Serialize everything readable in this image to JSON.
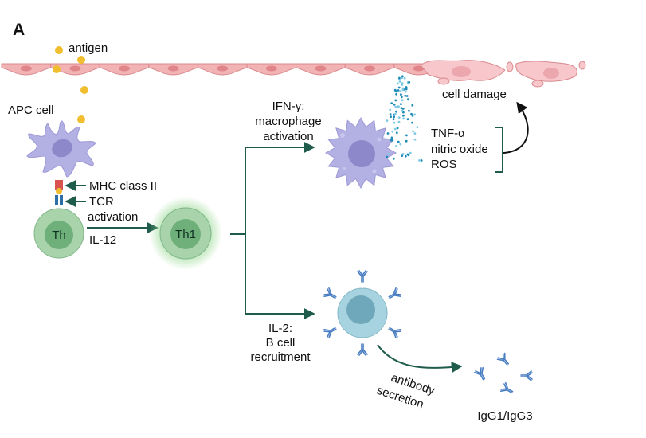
{
  "panel_label": "A",
  "labels": {
    "antigen": "antigen",
    "apc_cell": "APC cell",
    "mhc": "MHC class II",
    "tcr": "TCR",
    "activation": "activation",
    "il12": "IL-12",
    "th": "Th",
    "th1": "Th1",
    "ifn_line1": "IFN-γ:",
    "ifn_line2": "macrophage",
    "ifn_line3": "activation",
    "cell_damage": "cell damage",
    "tnf": "TNF-α",
    "nitric_oxide": "nitric oxide",
    "ros": "ROS",
    "il2_line1": "IL-2:",
    "il2_line2": "B cell",
    "il2_line3": "recruitment",
    "antibody": "antibody",
    "secretion": "secretion",
    "igg": "IgG1/IgG3"
  },
  "colors": {
    "epithelium": "#f2b3b5",
    "epithelium_stroke": "#d98a8e",
    "nucleus_epi": "#e0868b",
    "damaged": "#f7c7cb",
    "antigen": "#f0be2e",
    "apc": "#b3b0e3",
    "apc_nucleus": "#8d88c9",
    "th_outer": "#a9d4ab",
    "th_inner": "#6fb07a",
    "arrow": "#1f5c4c",
    "cytokine_dark": "#1e8bb6",
    "cytokine_light": "#7ec9e3",
    "bcell_outer": "#a6d3df",
    "bcell_inner": "#6fa8bb",
    "antibody": "#4a7ec2",
    "mhc": "#d9534f",
    "tcr": "#2f6fa8"
  }
}
